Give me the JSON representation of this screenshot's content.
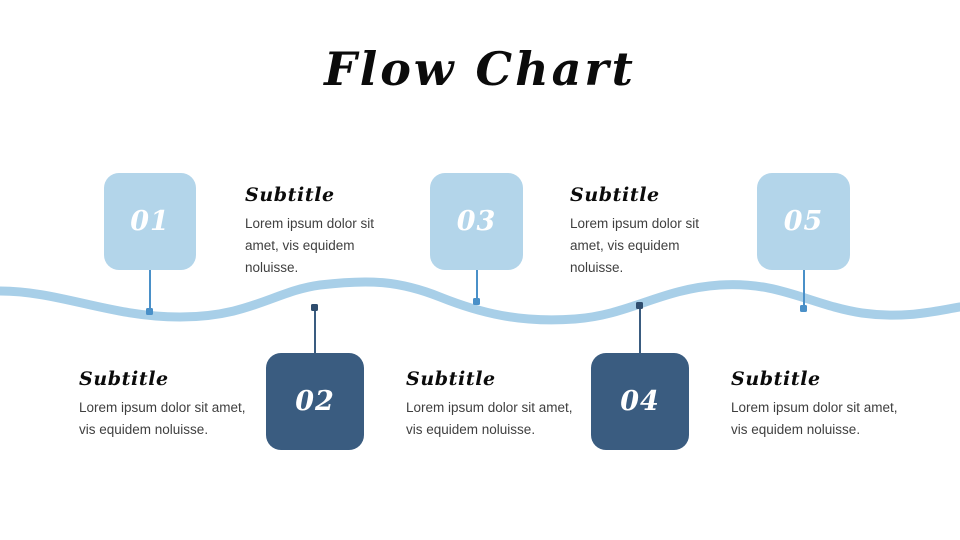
{
  "slide": {
    "title": "Flow Chart",
    "background_color": "#ffffff"
  },
  "palette": {
    "light_blue": "#b3d5ea",
    "dark_navy": "#3a5c80",
    "wave_blue": "#a8cfe8",
    "connector_blue": "#4a90c8",
    "text_dark": "#0b0b0b",
    "body_text": "#3f3f3f"
  },
  "steps": [
    {
      "number": "01",
      "row": "top",
      "style": "light",
      "subtitle": "Subtitle",
      "body": "Lorem ipsum dolor sit amet, vis equidem noluisse."
    },
    {
      "number": "02",
      "row": "bottom",
      "style": "dark",
      "subtitle": "Subtitle",
      "body": "Lorem ipsum dolor sit amet, vis equidem noluisse."
    },
    {
      "number": "03",
      "row": "top",
      "style": "light",
      "subtitle": "Subtitle",
      "body": "Lorem ipsum dolor sit amet, vis equidem noluisse."
    },
    {
      "number": "04",
      "row": "bottom",
      "style": "dark",
      "subtitle": "Subtitle",
      "body": "Lorem ipsum dolor sit amet, vis equidem noluisse."
    },
    {
      "number": "05",
      "row": "top",
      "style": "light",
      "subtitle": "Subtitle",
      "body": "Lorem ipsum dolor sit amet, vis equidem noluisse."
    }
  ]
}
